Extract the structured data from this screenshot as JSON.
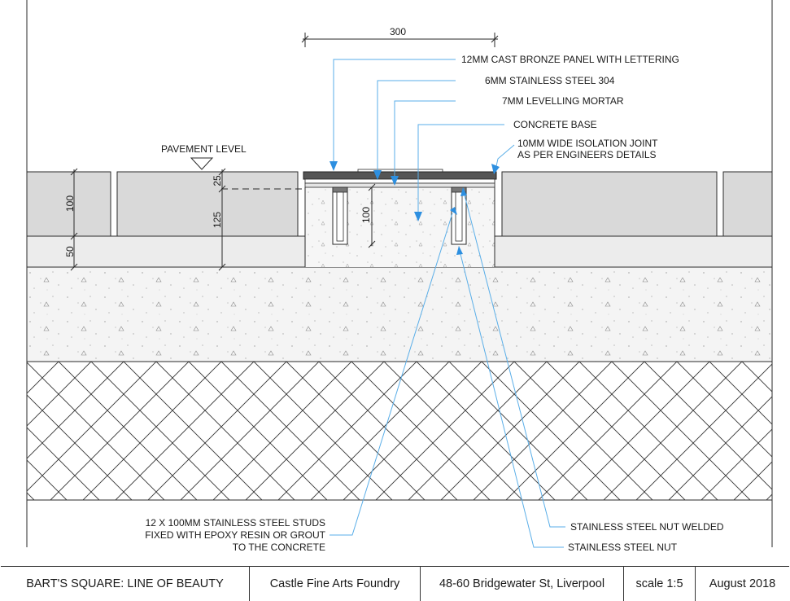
{
  "dimensions": {
    "top_width": "300",
    "paver_height": "100",
    "bedding_height": "50",
    "pavement_offset": "25",
    "total_depth": "125",
    "stud_length": "100"
  },
  "labels": {
    "pavement_level": "PAVEMENT LEVEL",
    "bronze_panel": "12MM CAST BRONZE PANEL WITH LETTERING",
    "stainless_plate": "6MM STAINLESS STEEL 304",
    "mortar": "7MM LEVELLING MORTAR",
    "concrete_base": "CONCRETE BASE",
    "isolation_joint_line1": "10MM WIDE ISOLATION JOINT",
    "isolation_joint_line2": "AS PER ENGINEERS DETAILS",
    "studs_line1": "12 X 100MM STAINLESS STEEL STUDS",
    "studs_line2": "FIXED WITH EPOXY RESIN OR GROUT",
    "studs_line3": "TO THE CONCRETE",
    "nut_welded": "STAINLESS STEEL NUT WELDED",
    "nut": "STAINLESS STEEL NUT"
  },
  "title_block": {
    "project": "BART'S SQUARE: LINE OF BEAUTY",
    "company": "Castle Fine Arts Foundry",
    "address": "48-60 Bridgewater St, Liverpool",
    "scale": "scale 1:5",
    "date": "August 2018"
  },
  "colors": {
    "leader": "#5aaee8",
    "arrow": "#2d8fe0",
    "paver_fill": "#d9d9d9",
    "bedding_fill": "#ececec",
    "bronze_fill": "#555555"
  }
}
